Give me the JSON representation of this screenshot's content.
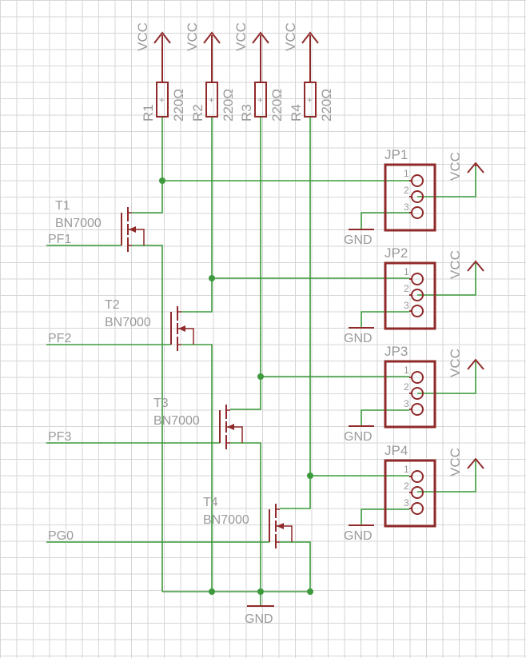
{
  "supply": "VCC",
  "ground": "GND",
  "resistors": [
    {
      "ref": "R1",
      "value": "220Ω"
    },
    {
      "ref": "R2",
      "value": "220Ω"
    },
    {
      "ref": "R3",
      "value": "220Ω"
    },
    {
      "ref": "R4",
      "value": "220Ω"
    }
  ],
  "transistors": [
    {
      "ref": "T1",
      "part": "BN7000",
      "net": "PF1"
    },
    {
      "ref": "T2",
      "part": "BN7000",
      "net": "PF2"
    },
    {
      "ref": "T3",
      "part": "BN7000",
      "net": "PF3"
    },
    {
      "ref": "T4",
      "part": "BN7000",
      "net": "PG0"
    }
  ],
  "headers": [
    {
      "ref": "JP1",
      "pins": [
        "1",
        "2",
        "3"
      ]
    },
    {
      "ref": "JP2",
      "pins": [
        "1",
        "2",
        "3"
      ]
    },
    {
      "ref": "JP3",
      "pins": [
        "1",
        "2",
        "3"
      ]
    },
    {
      "ref": "JP4",
      "pins": [
        "1",
        "2",
        "3"
      ]
    }
  ],
  "colors": {
    "wire": "#3c9a3c",
    "part": "#8f2a2a",
    "label": "#9a9a9a",
    "grid": "#d6d6d6"
  }
}
